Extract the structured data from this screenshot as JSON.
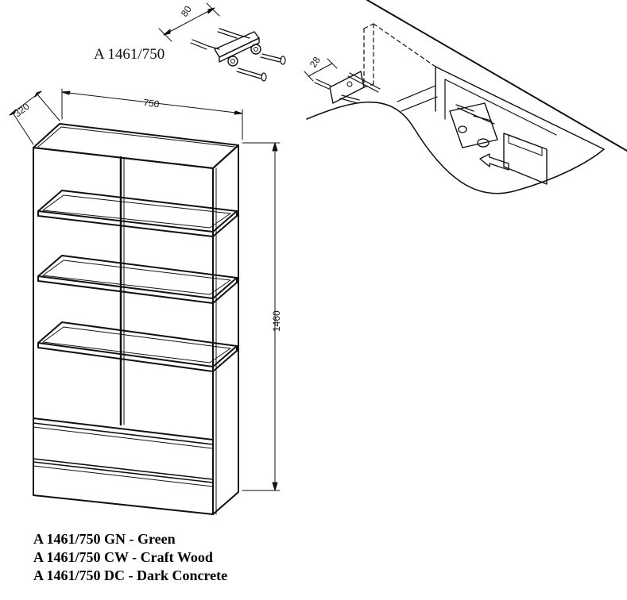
{
  "model_label": "A 1461/750",
  "dimensions": {
    "depth": "320",
    "width": "750",
    "height": "1460",
    "fitting_spacing": "80",
    "fitting_offset": "28"
  },
  "variants": [
    "A 1461/750 GN - Green",
    "A 1461/750 CW - Craft Wood",
    "A 1461/750 DC - Dark Concrete"
  ],
  "colors": {
    "line": "#111111",
    "background": "#ffffff"
  }
}
